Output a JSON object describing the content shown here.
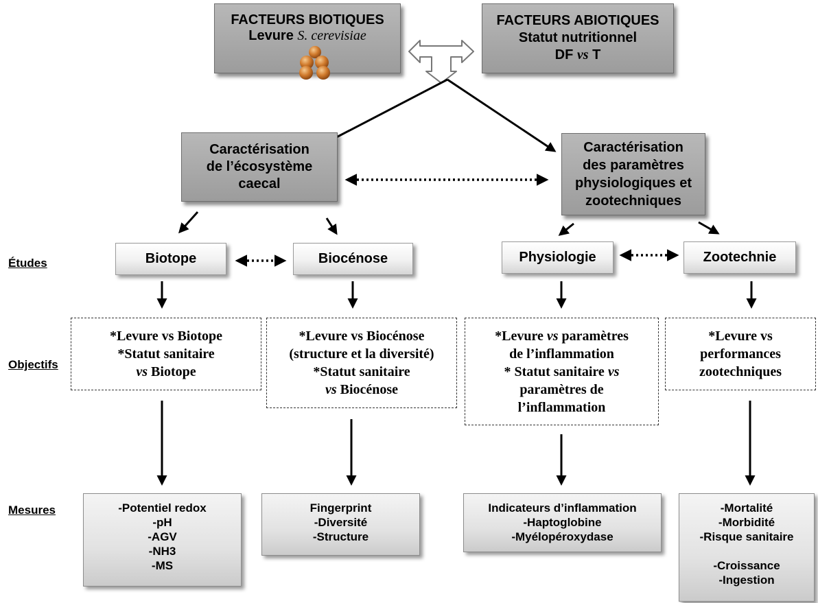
{
  "top": {
    "biotic": {
      "title": "FACTEURS BIOTIQUES",
      "line1": "Levure ",
      "species": "S. cerevisiae"
    },
    "abiotic": {
      "title": "FACTEURS ABIOTIQUES",
      "line1": "Statut nutritionnel",
      "df": "DF ",
      "vs": "vs",
      "t": " T"
    }
  },
  "characterisation": {
    "left": [
      "Caractérisation",
      "de l’écosystème",
      "caecal"
    ],
    "right": [
      "Caractérisation",
      "des paramètres",
      "physiologiques et",
      "zootechniques"
    ]
  },
  "row_labels": {
    "etudes": "Études",
    "objectifs": "Objectifs",
    "mesures": "Mesures"
  },
  "studies": [
    "Biotope",
    "Biocénose",
    "Physiologie",
    "Zootechnie"
  ],
  "objectives": {
    "biotope": {
      "l1": "*Levure vs Biotope",
      "l2": "*Statut sanitaire",
      "l3_vs": "vs",
      "l3": " Biotope"
    },
    "biocenose": {
      "l1": "*Levure vs Biocénose",
      "l2": "(structure et la diversité)",
      "l3": "*Statut sanitaire",
      "l4_vs": "vs",
      "l4": " Biocénose"
    },
    "physiologie": {
      "l1a": "*Levure ",
      "l1_vs": "vs",
      "l1b": " paramètres",
      "l2": "de l’inflammation",
      "l3a": "* Statut sanitaire ",
      "l3_vs": "vs",
      "l4": "paramètres de",
      "l5": "l’inflammation"
    },
    "zootechnie": {
      "l1": "*Levure vs",
      "l2": "performances",
      "l3": "zootechniques"
    }
  },
  "measures": {
    "biotope": [
      "-Potentiel redox",
      "-pH",
      "-AGV",
      "-NH3",
      "-MS"
    ],
    "biocenose": [
      "Fingerprint",
      "-Diversité",
      "-Structure"
    ],
    "physiologie": [
      "Indicateurs d’inflammation",
      "-Haptoglobine",
      "-Myélopéroxydase"
    ],
    "zootechnie": [
      "-Mortalité",
      "-Morbidité",
      "-Risque sanitaire",
      "",
      "-Croissance",
      "-Ingestion"
    ]
  },
  "colors": {
    "dark_box": "#a8a8a8",
    "light_box": "#f0f0f0",
    "yeast": "#c9732a"
  },
  "icons": [
    "double-arrow-icon",
    "yeast-cells-icon"
  ]
}
